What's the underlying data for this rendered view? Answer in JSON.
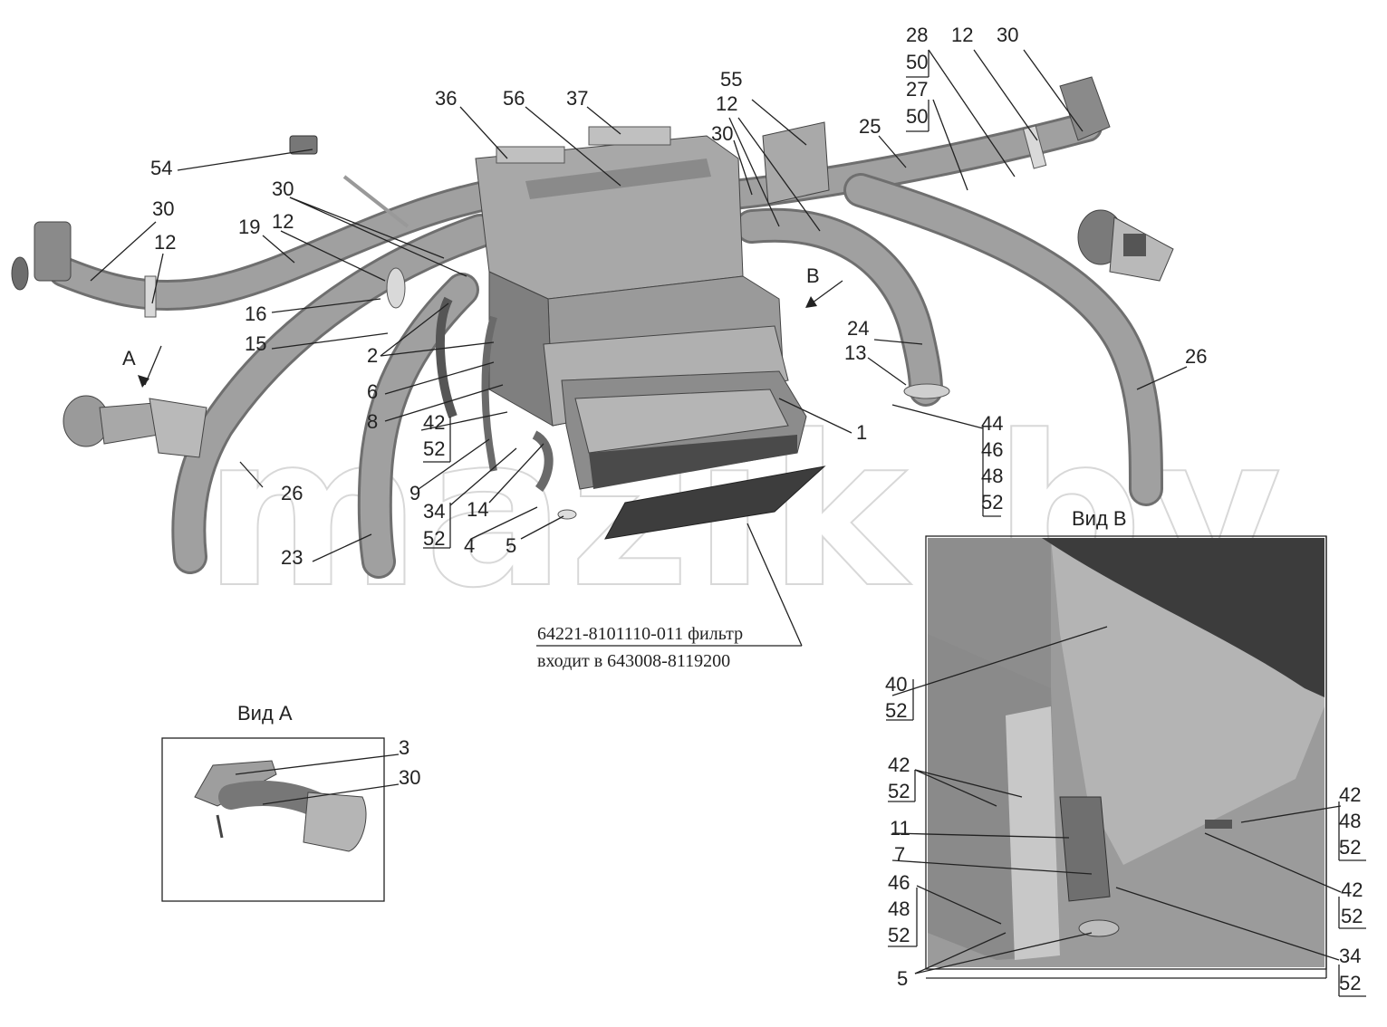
{
  "watermark": "mazik.by",
  "views": {
    "view_a": "Вид A",
    "view_b": "Вид В",
    "arrow_a": "A",
    "arrow_b": "B"
  },
  "filter_note": {
    "line1": "64221-8101110-011 фильтр",
    "line2": "входит в 643008-8119200"
  },
  "labels": {
    "l54": "54",
    "l36": "36",
    "l56": "56",
    "l37": "37",
    "l55": "55",
    "l12_top": "12",
    "l30_top": "30",
    "l28": "28",
    "l50_a": "50",
    "l12_tr": "12",
    "l30_tr": "30",
    "l27": "27",
    "l50_b": "50",
    "l25": "25",
    "l30_l": "30",
    "l12_l": "12",
    "l30_l2": "30",
    "l19": "19",
    "l12_l2": "12",
    "l16": "16",
    "l15": "15",
    "l2": "2",
    "l6": "6",
    "l8": "8",
    "l42_a": "42",
    "l52_a": "52",
    "l9": "9",
    "l34_a": "34",
    "l14": "14",
    "l52_b": "52",
    "l4": "4",
    "l5": "5",
    "l26_l": "26",
    "l23": "23",
    "l1": "1",
    "l24": "24",
    "l13": "13",
    "l26_r": "26",
    "l44": "44",
    "l46": "46",
    "l48": "48",
    "l52_c": "52",
    "va_3": "3",
    "va_30": "30",
    "vb_40": "40",
    "vb_52a": "52",
    "vb_42a": "42",
    "vb_52b": "52",
    "vb_11": "11",
    "vb_7": "7",
    "vb_46": "46",
    "vb_48": "48",
    "vb_52c": "52",
    "vb_5": "5",
    "vb_42r": "42",
    "vb_48r": "48",
    "vb_52r": "52",
    "vb_42r2": "42",
    "vb_52r2": "52",
    "vb_34": "34",
    "vb_52r3": "52"
  },
  "colors": {
    "pipe": "#9a9a9a",
    "pipe_dark": "#6f6f6f",
    "body": "#a8a8a8",
    "body_dark": "#7c7c7c",
    "filter": "#3d3d3d",
    "line": "#222222"
  }
}
